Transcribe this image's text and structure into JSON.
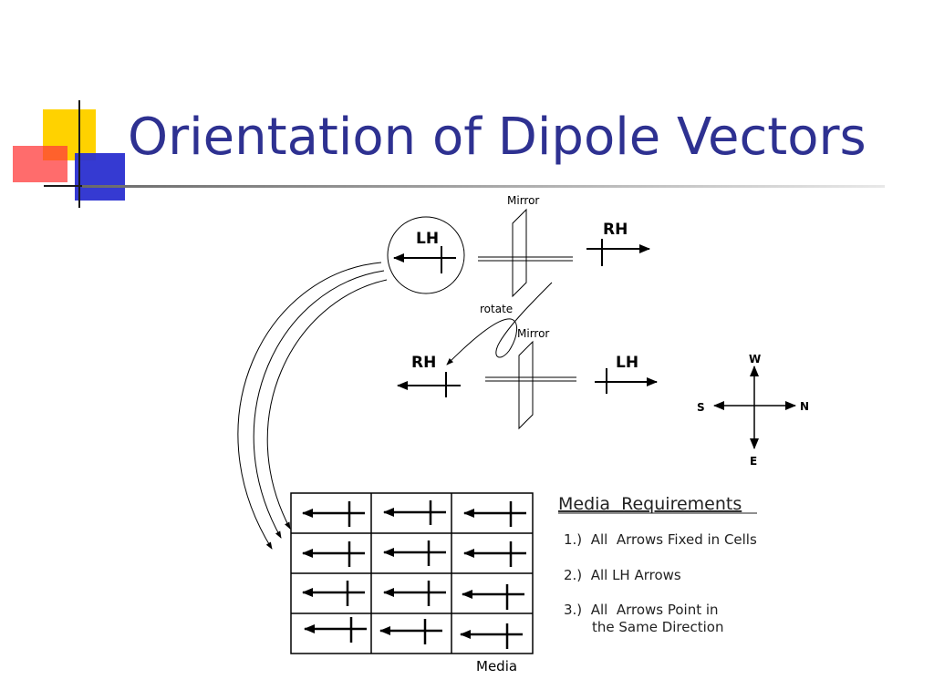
{
  "slide": {
    "title": "Orientation of Dipole Vectors"
  },
  "diagram": {
    "top_mirror_label": "Mirror",
    "lh_circle_label": "LH",
    "rh_top_label": "RH",
    "rotate_label": "rotate",
    "second_mirror_label": "Mirror",
    "rh_mid_label": "RH",
    "lh_mid_label": "LH",
    "compass": {
      "north": "W",
      "south": "E",
      "west": "S",
      "east": "N"
    },
    "media_label": "Media"
  },
  "requirements": {
    "heading": "Media  Requirements",
    "items": [
      "1.)  All  Arrows Fixed in Cells",
      "2.)  All LH Arrows",
      "3.)  All  Arrows Point in",
      "the Same Direction"
    ]
  }
}
